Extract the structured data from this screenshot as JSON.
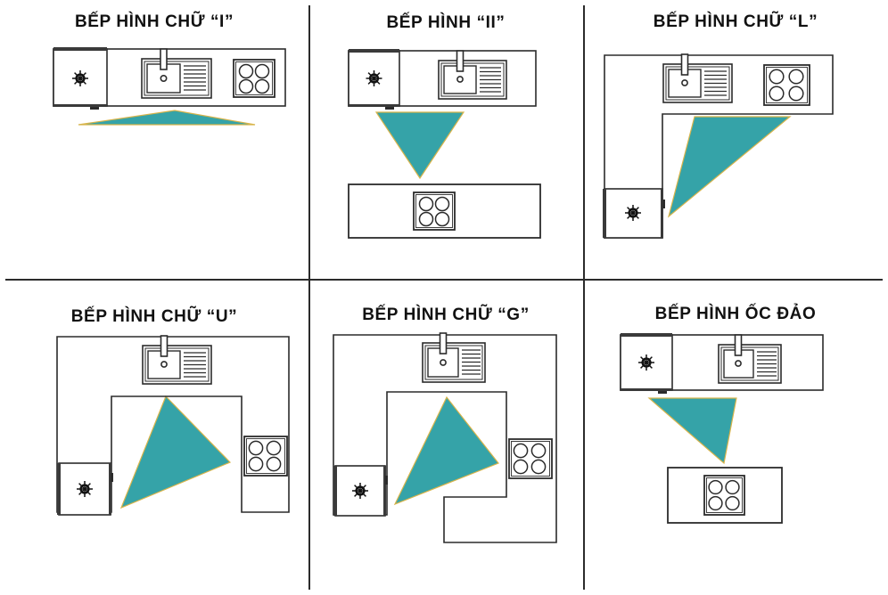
{
  "diagram": {
    "subject": "Kitchen layout types (work-triangle diagrams)",
    "language": "vi",
    "background_color": "#ffffff",
    "line_color": "#2b2b2b",
    "triangle_color": "#35a3a8",
    "grid": {
      "columns": 3,
      "rows": 2,
      "divider_color": "#2b2b2b"
    }
  },
  "panels": [
    {
      "id": "i-shape",
      "title": "BẾP HÌNH CHỮ “I”",
      "layout_letter": "I",
      "appliances": [
        "refrigerator",
        "sink",
        "cooktop"
      ],
      "triangle": "flat",
      "elements": {
        "refrigerator_label": "refrigerator",
        "sink_label": "sink",
        "cooktop_label": "cooktop",
        "counter_label": "counter"
      }
    },
    {
      "id": "ii-shape",
      "title": "BẾP HÌNH  “II”",
      "layout_letter": "II",
      "appliances": [
        "refrigerator",
        "sink",
        "cooktop"
      ],
      "triangle": "downward",
      "elements": {
        "refrigerator_label": "refrigerator",
        "sink_label": "sink",
        "cooktop_label": "cooktop",
        "counter_label": "counter"
      }
    },
    {
      "id": "l-shape",
      "title": "BẾP HÌNH  CHỮ “L”",
      "layout_letter": "L",
      "appliances": [
        "refrigerator",
        "sink",
        "cooktop"
      ],
      "triangle": "right",
      "elements": {
        "refrigerator_label": "refrigerator",
        "sink_label": "sink",
        "cooktop_label": "cooktop",
        "counter_label": "counter"
      }
    },
    {
      "id": "u-shape",
      "title": "BẾP HÌNH  CHỮ “U”",
      "layout_letter": "U",
      "appliances": [
        "refrigerator",
        "sink",
        "cooktop"
      ],
      "triangle": "wide",
      "elements": {
        "refrigerator_label": "refrigerator",
        "sink_label": "sink",
        "cooktop_label": "cooktop",
        "counter_label": "counter"
      }
    },
    {
      "id": "g-shape",
      "title": "BẾP HÌNH  CHỮ “G”",
      "layout_letter": "G",
      "appliances": [
        "refrigerator",
        "sink",
        "cooktop"
      ],
      "triangle": "wide",
      "elements": {
        "refrigerator_label": "refrigerator",
        "sink_label": "sink",
        "cooktop_label": "cooktop",
        "counter_label": "counter"
      }
    },
    {
      "id": "island",
      "title": "BẾP HÌNH  ỐC ĐẢO",
      "layout_letter": "island",
      "appliances": [
        "refrigerator",
        "sink",
        "cooktop"
      ],
      "triangle": "skewed",
      "elements": {
        "refrigerator_label": "refrigerator",
        "sink_label": "sink",
        "cooktop_label": "cooktop",
        "counter_label": "counter",
        "island_label": "island counter"
      }
    }
  ]
}
